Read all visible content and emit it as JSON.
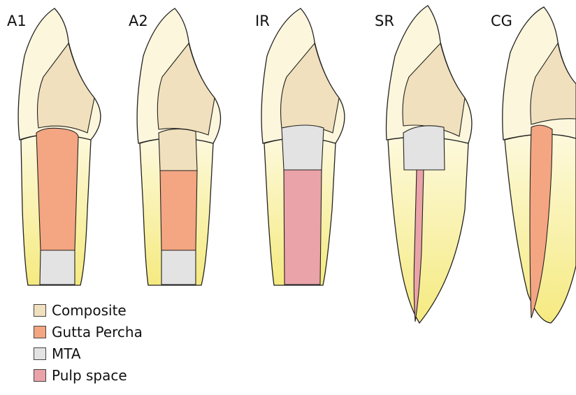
{
  "teeth": [
    {
      "label": "A1",
      "fills": [
        "gutta",
        "mta"
      ]
    },
    {
      "label": "A2",
      "fills": [
        "composite",
        "gutta",
        "mta"
      ]
    },
    {
      "label": "IR",
      "fills": [
        "mta",
        "pulp"
      ]
    },
    {
      "label": "SR",
      "fills": [
        "mta",
        "pulp"
      ]
    },
    {
      "label": "CG",
      "fills": [
        "gutta"
      ]
    }
  ],
  "legend": [
    {
      "key": "composite",
      "label": "Composite",
      "color": "#f1e0bd"
    },
    {
      "key": "gutta",
      "label": "Gutta Percha",
      "color": "#f4a582"
    },
    {
      "key": "mta",
      "label": "MTA",
      "color": "#e3e3e3"
    },
    {
      "key": "pulp",
      "label": "Pulp space",
      "color": "#eaa3a8"
    }
  ],
  "colors": {
    "enamel": "#fbf6dc",
    "dentin": "#f1e0bd",
    "root_light": "#fdf8d0",
    "root_dark": "#f6ed88",
    "outline": "#222222"
  }
}
